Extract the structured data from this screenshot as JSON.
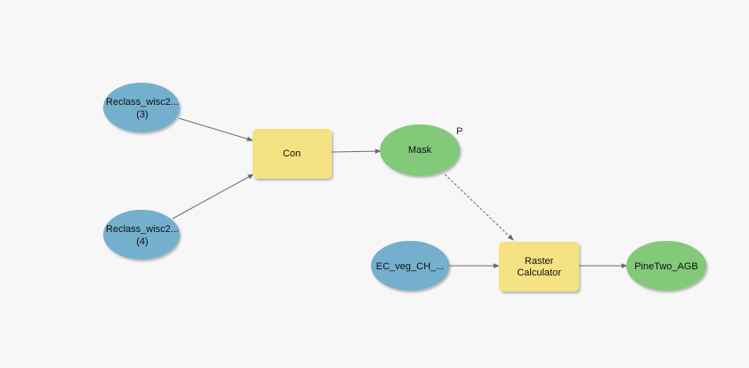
{
  "colors": {
    "background": "#f7f7f7",
    "input_data": "#74afce",
    "tool": "#f4e283",
    "derived_data": "#82c97a",
    "connector": "#6b6b6b"
  },
  "nodes": {
    "reclass3": {
      "label_line1": "Reclass_wisc2...",
      "label_line2": "(3)"
    },
    "reclass4": {
      "label_line1": "Reclass_wisc2...",
      "label_line2": "(4)"
    },
    "con": {
      "label": "Con"
    },
    "mask": {
      "label": "Mask",
      "parameter_marker": "P"
    },
    "ec_veg": {
      "label": "EC_veg_CH_..."
    },
    "raster_calc": {
      "label_line1": "Raster",
      "label_line2": "Calculator"
    },
    "pine_two": {
      "label": "PineTwo_AGB"
    }
  }
}
